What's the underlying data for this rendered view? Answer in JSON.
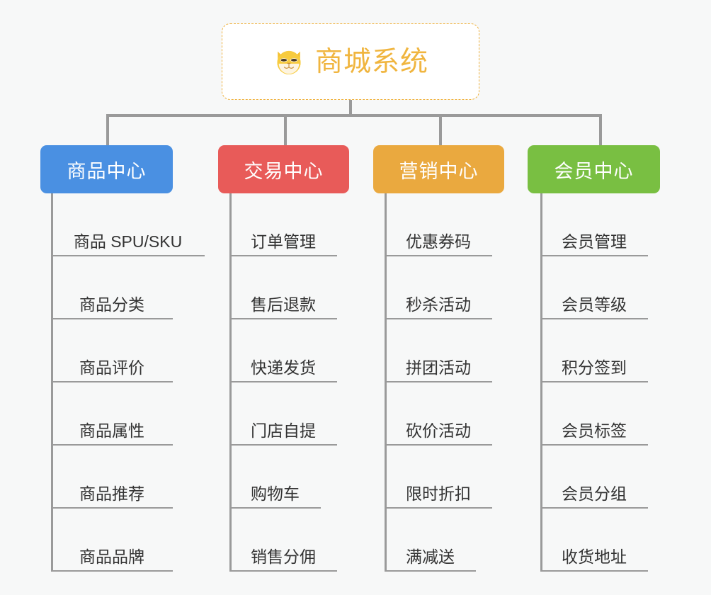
{
  "diagram": {
    "type": "org-chart",
    "background_color": "#f7f8f8",
    "connector_color": "#9a9a9a",
    "root": {
      "title": "商城系统",
      "icon": "shiba-dog-face-icon",
      "text_color": "#f0b53f",
      "border_color": "#efb13c",
      "background_color": "#ffffff"
    },
    "columns": [
      {
        "id": "product-center",
        "label": "商品中心",
        "color": "#4a90e2",
        "items": [
          "商品 SPU/SKU",
          "商品分类",
          "商品评价",
          "商品属性",
          "商品推荐",
          "商品品牌"
        ]
      },
      {
        "id": "trade-center",
        "label": "交易中心",
        "color": "#e85b59",
        "items": [
          "订单管理",
          "售后退款",
          "快递发货",
          "门店自提",
          "购物车",
          "销售分佣"
        ]
      },
      {
        "id": "marketing-center",
        "label": "营销中心",
        "color": "#eaa93f",
        "items": [
          "优惠券码",
          "秒杀活动",
          "拼团活动",
          "砍价活动",
          "限时折扣",
          "满减送"
        ]
      },
      {
        "id": "member-center",
        "label": "会员中心",
        "color": "#79bf42",
        "items": [
          "会员管理",
          "会员等级",
          "积分签到",
          "会员标签",
          "会员分组",
          "收货地址"
        ]
      }
    ]
  }
}
